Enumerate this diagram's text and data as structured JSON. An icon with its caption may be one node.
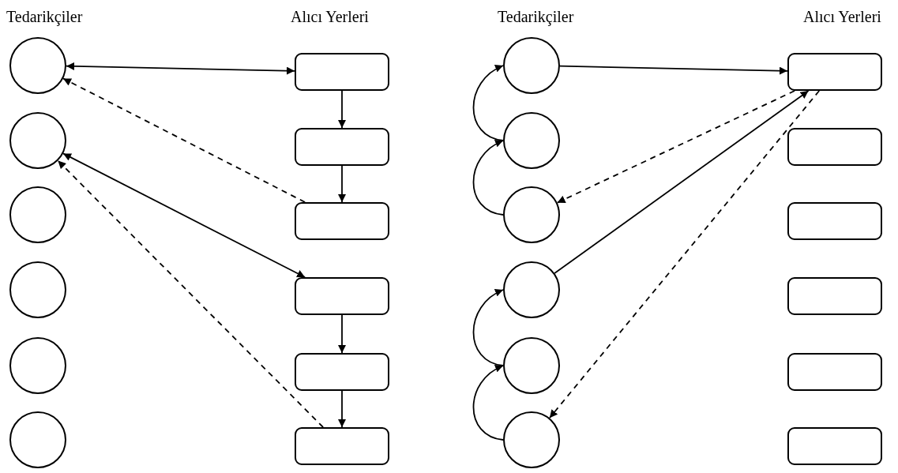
{
  "diagram": {
    "nodes": [
      {
        "text": [],
        "shape": "circle"
      },
      {
        "text": [],
        "shape": "circle"
      },
      {
        "text": [],
        "shape": "circle"
      },
      {
        "text": [],
        "shape": "circle"
      },
      {
        "text": [],
        "shape": "circle"
      },
      {
        "text": [],
        "shape": "circle"
      },
      {
        "text": [],
        "shape": "box"
      },
      {
        "text": [],
        "shape": "box"
      },
      {
        "text": [],
        "shape": "box"
      },
      {
        "text": [],
        "shape": "box"
      },
      {
        "text": [],
        "shape": "box"
      },
      {
        "text": [],
        "shape": "box"
      },
      {
        "text": [],
        "shape": "circle"
      },
      {
        "text": [],
        "shape": "circle"
      },
      {
        "text": [],
        "shape": "circle"
      },
      {
        "text": [],
        "shape": "circle"
      },
      {
        "text": [],
        "shape": "circle"
      },
      {
        "text": [],
        "shape": "circle"
      },
      {
        "text": [],
        "shape": "box"
      },
      {
        "text": [],
        "shape": "box"
      },
      {
        "text": [],
        "shape": "box"
      },
      {
        "text": [],
        "shape": "box"
      },
      {
        "text": [],
        "shape": "box"
      },
      {
        "text": [],
        "shape": "box"
      }
    ],
    "edges": [
      {
        "from": 0,
        "to": 6,
        "arrow": "both"
      },
      {
        "from": 8,
        "to": 0,
        "arrow": "to",
        "style": "dashed"
      },
      {
        "from": 6,
        "to": 7,
        "arrow": "to"
      },
      {
        "from": 7,
        "to": 8,
        "arrow": "to"
      },
      {
        "from": 1,
        "to": 9,
        "arrow": "both"
      },
      {
        "from": 11,
        "to": 1,
        "arrow": "to",
        "style": "dashed"
      },
      {
        "from": 9,
        "to": 10,
        "arrow": "to"
      },
      {
        "from": 10,
        "to": 11,
        "arrow": "to"
      },
      {
        "from": 12,
        "to": 18,
        "arrow": "to"
      },
      {
        "from": 14,
        "to": 13,
        "arrow": "to"
      },
      {
        "from": 13,
        "to": 12,
        "arrow": "to"
      },
      {
        "from": 18,
        "to": 14,
        "arrow": "to",
        "style": "dashed"
      },
      {
        "from": 15,
        "to": 18,
        "arrow": "to"
      },
      {
        "from": 17,
        "to": 16,
        "arrow": "to"
      },
      {
        "from": 16,
        "to": 15,
        "arrow": "to"
      },
      {
        "from": 18,
        "to": 17,
        "arrow": "to",
        "style": "dashed"
      }
    ],
    "labels": [
      "Tedarikçiler",
      "Alıcı Yerleri",
      "Tedarikçiler",
      "Alıcı Yerleri"
    ]
  }
}
